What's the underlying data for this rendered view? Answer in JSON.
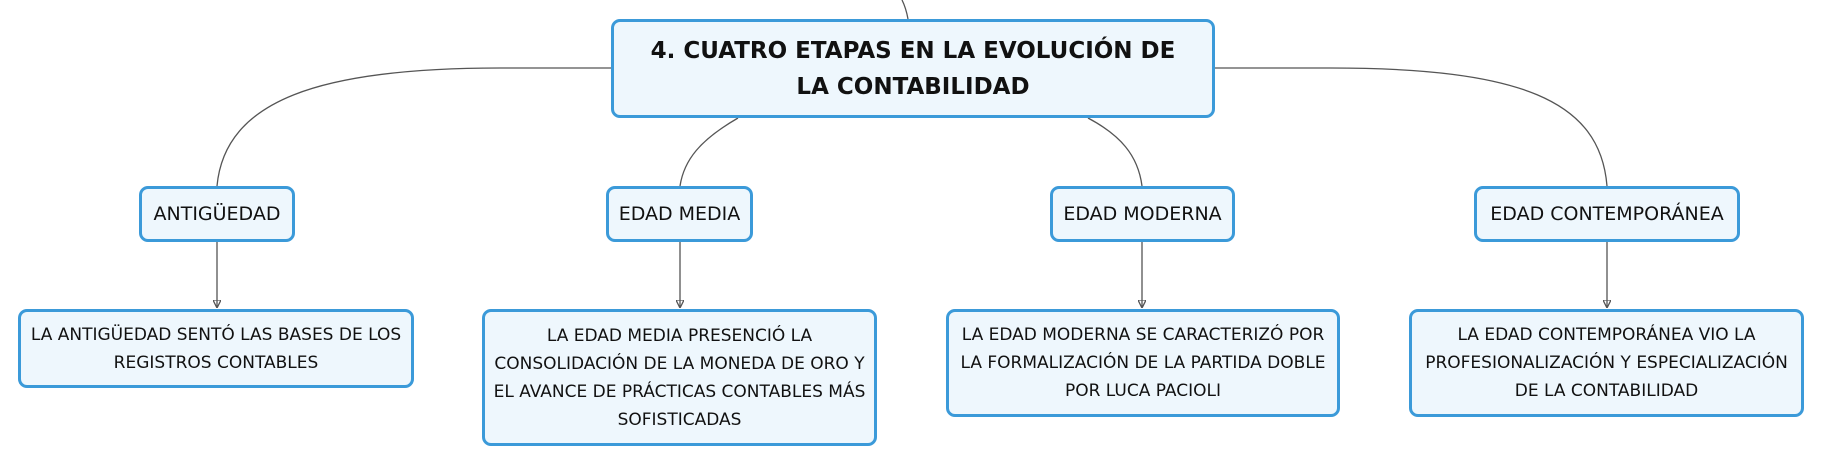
{
  "diagram": {
    "root": {
      "label": "4. CUATRO ETAPAS EN LA EVOLUCIÓN DE LA CONTABILIDAD"
    },
    "eras": [
      {
        "label": "ANTIGÜEDAD",
        "description": "LA ANTIGÜEDAD SENTÓ LAS BASES DE LOS REGISTROS CONTABLES"
      },
      {
        "label": "EDAD MEDIA",
        "description": "LA EDAD MEDIA PRESENCIÓ LA CONSOLIDACIÓN DE LA MONEDA DE ORO Y EL AVANCE DE PRÁCTICAS CONTABLES MÁS SOFISTICADAS"
      },
      {
        "label": "EDAD MODERNA",
        "description": "LA EDAD MODERNA SE CARACTERIZÓ POR LA FORMALIZACIÓN DE LA PARTIDA DOBLE POR LUCA PACIOLI"
      },
      {
        "label": "EDAD CONTEMPORÁNEA",
        "description": "LA EDAD CONTEMPORÁNEA VIO LA PROFESIONALIZACIÓN Y ESPECIALIZACIÓN DE LA CONTABILIDAD"
      }
    ],
    "colors": {
      "node_border": "#3b9ad9",
      "node_fill": "#eef7fd",
      "connector": "#555555",
      "text": "#111111"
    }
  }
}
